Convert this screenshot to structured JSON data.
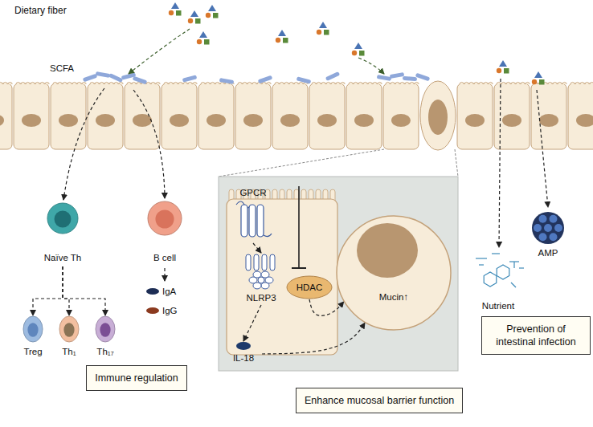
{
  "diagram": {
    "nodes": [
      {
        "text": [
          "Naïve Th"
        ]
      },
      {
        "text": [
          "B cell"
        ]
      },
      {
        "text": [
          "Treg"
        ]
      },
      {
        "text": [
          "Th₁"
        ]
      },
      {
        "text": [
          "Th₁₇"
        ]
      },
      {
        "text": [
          "Immune regulation"
        ]
      },
      {
        "text": [
          "GPCR"
        ]
      },
      {
        "text": [
          "NLRP3"
        ]
      },
      {
        "text": [
          "IL-18"
        ]
      },
      {
        "text": [
          "HDAC"
        ]
      },
      {
        "text": [
          "Mucin↑"
        ]
      },
      {
        "text": [
          "Enhance mucosal barrier function"
        ]
      },
      {
        "text": [
          "Nutrient"
        ]
      },
      {
        "text": [
          "AMP"
        ]
      },
      {
        "text": [
          "Prevention of intestinal infection"
        ]
      }
    ],
    "edges": [
      {
        "from": 0,
        "to": 2,
        "arrow": "to"
      },
      {
        "from": 0,
        "to": 3,
        "arrow": "to"
      },
      {
        "from": 0,
        "to": 4,
        "arrow": "to"
      },
      {
        "from": 6,
        "to": 7,
        "arrow": "to"
      },
      {
        "from": 7,
        "to": 8,
        "arrow": "to"
      },
      {
        "from": 8,
        "to": 10,
        "arrow": "to"
      },
      {
        "from": 9,
        "to": 10,
        "arrow": "to"
      }
    ],
    "labels": [
      "Dietary fiber",
      "SCFA",
      "IgA",
      "IgG"
    ]
  }
}
